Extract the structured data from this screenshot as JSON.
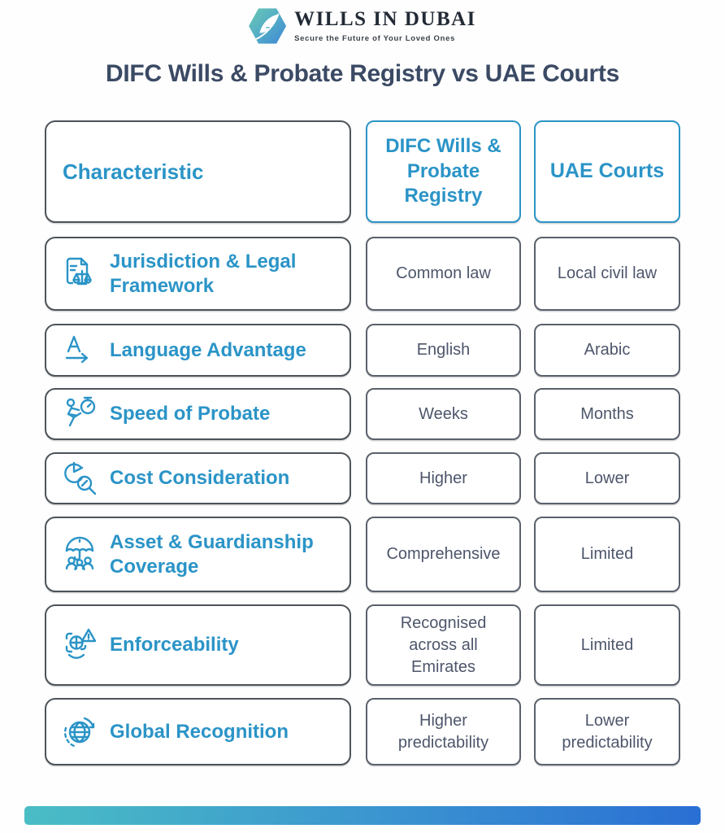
{
  "brand": {
    "name": "WILLS IN DUBAI",
    "tagline": "Secure the Future of Your Loved Ones"
  },
  "page_title": "DIFC Wills & Probate Registry vs UAE Courts",
  "table": {
    "headers": [
      {
        "label": "Characteristic"
      },
      {
        "label": "DIFC Wills & Probate Registry"
      },
      {
        "label": "UAE Courts"
      }
    ],
    "rows": [
      {
        "icon": "document-scales-icon",
        "characteristic": "Jurisdiction & Legal Framework",
        "difc": "Common law",
        "uae": "Local civil law"
      },
      {
        "icon": "language-translate-icon",
        "characteristic": "Language Advantage",
        "difc": "English",
        "uae": "Arabic"
      },
      {
        "icon": "stopwatch-runner-icon",
        "characteristic": "Speed of Probate",
        "difc": "Weeks",
        "uae": "Months"
      },
      {
        "icon": "pie-magnifier-icon",
        "characteristic": "Cost Consideration",
        "difc": "Higher",
        "uae": "Lower"
      },
      {
        "icon": "umbrella-family-icon",
        "characteristic": "Asset & Guardianship Coverage",
        "difc": "Comprehensive",
        "uae": "Limited"
      },
      {
        "icon": "verify-alert-icon",
        "characteristic": "Enforceability",
        "difc": "Recognised across all Emirates",
        "uae": "Limited"
      },
      {
        "icon": "globe-arrows-icon",
        "characteristic": "Global Recognition",
        "difc": "Higher predictability",
        "uae": "Lower predictability"
      }
    ]
  },
  "colors": {
    "accent_blue": "#2b94c7",
    "title_navy": "#3b4a64",
    "value_text": "#4d566b",
    "box_border": "#5a616b",
    "logo_gradient_start": "#6cc9b2",
    "logo_gradient_end": "#3f85d7",
    "footer_gradient_start": "#4abdc5",
    "footer_gradient_end": "#2a6fd4"
  }
}
